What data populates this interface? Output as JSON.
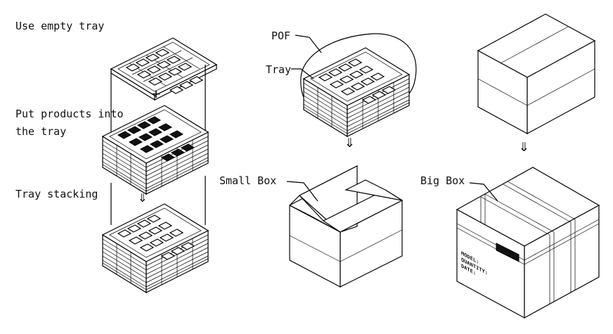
{
  "labels": {
    "use_empty_tray": "Use empty tray",
    "plus": "+",
    "put_products_line1": "Put products into",
    "put_products_line2": "the tray",
    "tray_stacking": "Tray stacking",
    "pof": "POF",
    "tray": "Tray",
    "small_box": "Small Box",
    "big_box": "Big Box",
    "down_arrow": "⇓"
  },
  "box_label": {
    "line1": "MODEL:",
    "line2": "QUANTITY:",
    "line3": "DATE:"
  },
  "colors": {
    "ink": "#000000",
    "paper": "#ffffff"
  }
}
